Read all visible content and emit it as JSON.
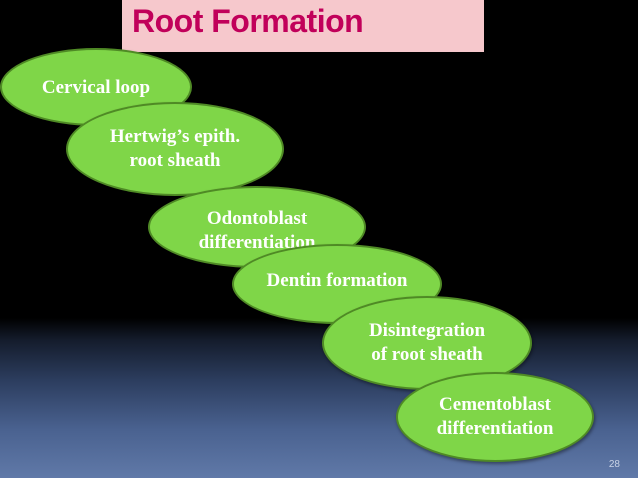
{
  "title": "Root Formation",
  "steps": [
    {
      "line1": "Cervical loop",
      "line2": ""
    },
    {
      "line1": "Hertwig’s epith.",
      "line2": "root sheath"
    },
    {
      "line1": "Odontoblast",
      "line2": "differentiation"
    },
    {
      "line1": "Dentin formation",
      "line2": ""
    },
    {
      "line1": "Disintegration",
      "line2": "of root sheath"
    },
    {
      "line1": "Cementoblast",
      "line2": "differentiation"
    }
  ],
  "page_number": "28",
  "colors": {
    "title_background": "#f6c8cc",
    "title_text": "#c1005a",
    "oval_fill": "#7fd648",
    "oval_text": "#ffffff"
  }
}
